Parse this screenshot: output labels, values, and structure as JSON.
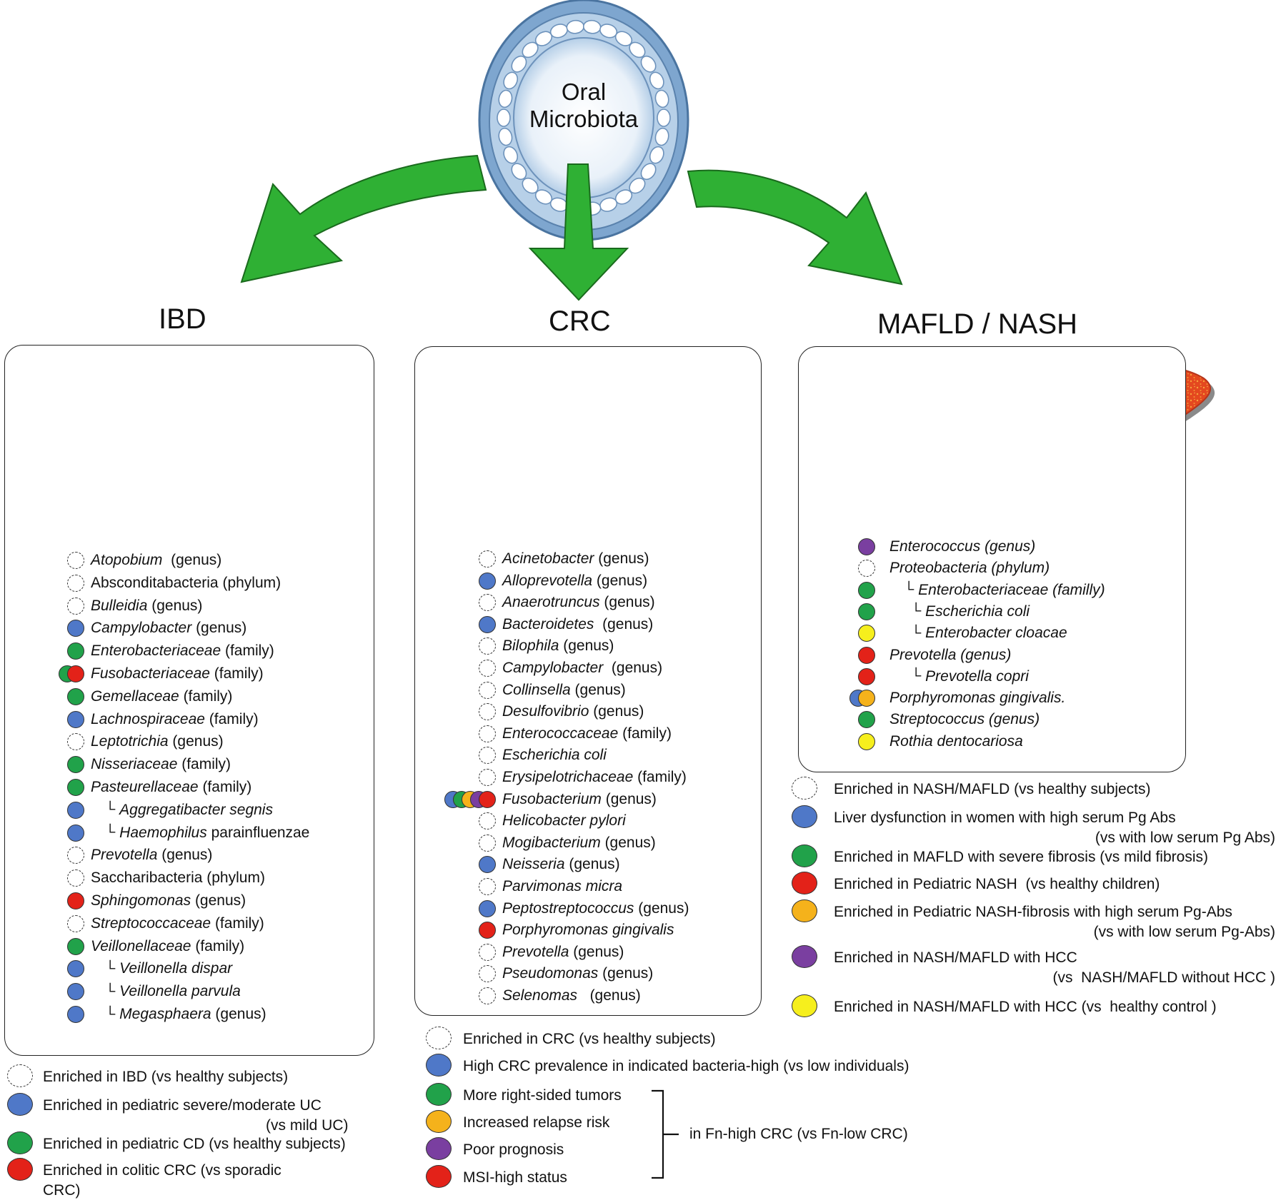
{
  "colors": {
    "blue": "#4f78c8",
    "green": "#21a24a",
    "red": "#e32219",
    "orange": "#f5b21b",
    "purple": "#7a3fa0",
    "yellow": "#f6ef1d",
    "arrow": "#2fb034",
    "intestine": "#f07575",
    "liver": "#e4481f",
    "mouth": "#b3cde6"
  },
  "mouth_label": [
    "Oral",
    "Microbiota"
  ],
  "sections": [
    {
      "title": "IBD",
      "organ": "intestine-inflamed"
    },
    {
      "title": "CRC",
      "organ": "intestine-tumor"
    },
    {
      "title": "MAFLD / NASH",
      "organ": "liver"
    }
  ],
  "ibd_items": [
    {
      "name": "Atopobium",
      "rank": "  (genus)",
      "italic": true,
      "dots": [
        "empty"
      ]
    },
    {
      "name": "Absconditabacteria",
      "rank": " (phylum)",
      "italic": false,
      "dots": [
        "empty"
      ]
    },
    {
      "name": "Bulleidia",
      "rank": " (genus)",
      "italic": true,
      "dots": [
        "empty"
      ]
    },
    {
      "name": "Campylobacter",
      "rank": " (genus)",
      "italic": true,
      "dots": [
        "blue"
      ]
    },
    {
      "name": "Enterobacteriaceae",
      "rank": " (family)",
      "italic": true,
      "dots": [
        "green"
      ]
    },
    {
      "name": "Fusobacteriaceae",
      "rank": " (family)",
      "italic": true,
      "dots": [
        "green",
        "red"
      ]
    },
    {
      "name": "Gemellaceae",
      "rank": " (family)",
      "italic": true,
      "dots": [
        "green"
      ]
    },
    {
      "name": "Lachnospiraceae",
      "rank": " (family)",
      "italic": true,
      "dots": [
        "blue"
      ]
    },
    {
      "name": "Leptotrichia",
      "rank": " (genus)",
      "italic": true,
      "dots": [
        "empty"
      ]
    },
    {
      "name": "Nisseriaceae",
      "rank": " (family)",
      "italic": true,
      "dots": [
        "green"
      ]
    },
    {
      "name": "Pasteurellaceae",
      "rank": " (family)",
      "italic": true,
      "dots": [
        "green"
      ]
    },
    {
      "name": "Aggregatibacter segnis",
      "rank": "",
      "italic": true,
      "sub": 1,
      "dots": [
        "blue"
      ]
    },
    {
      "name": "Haemophilus",
      "rank": " parainfluenzae",
      "italic": true,
      "sub": 1,
      "dots": [
        "blue"
      ]
    },
    {
      "name": "Prevotella",
      "rank": " (genus)",
      "italic": true,
      "dots": [
        "empty"
      ]
    },
    {
      "name": "Saccharibacteria",
      "rank": " (phylum)",
      "italic": false,
      "dots": [
        "empty"
      ]
    },
    {
      "name": "Sphingomonas",
      "rank": " (genus)",
      "italic": true,
      "dots": [
        "red"
      ]
    },
    {
      "name": "Streptococcaceae",
      "rank": " (family)",
      "italic": true,
      "dots": [
        "empty"
      ]
    },
    {
      "name": "Veillonellaceae",
      "rank": " (family)",
      "italic": true,
      "dots": [
        "green"
      ]
    },
    {
      "name": "Veillonella dispar",
      "rank": "",
      "italic": true,
      "sub": 1,
      "dots": [
        "blue"
      ]
    },
    {
      "name": "Veillonella parvula",
      "rank": "",
      "italic": true,
      "sub": 1,
      "dots": [
        "blue"
      ]
    },
    {
      "name": "Megasphaera",
      "rank": " (genus)",
      "italic": true,
      "sub": 1,
      "dots": [
        "blue"
      ]
    }
  ],
  "crc_items": [
    {
      "name": "Acinetobacter",
      "rank": " (genus)",
      "italic": true,
      "dots": [
        "empty"
      ]
    },
    {
      "name": "Alloprevotella",
      "rank": " (genus)",
      "italic": true,
      "dots": [
        "blue"
      ]
    },
    {
      "name": "Anaerotruncus",
      "rank": " (genus)",
      "italic": true,
      "dots": [
        "empty"
      ]
    },
    {
      "name": "Bacteroidetes",
      "rank": "  (genus)",
      "italic": true,
      "dots": [
        "blue"
      ]
    },
    {
      "name": "Bilophila",
      "rank": " (genus)",
      "italic": true,
      "dots": [
        "empty"
      ]
    },
    {
      "name": "Campylobacter",
      "rank": "  (genus)",
      "italic": true,
      "dots": [
        "empty"
      ]
    },
    {
      "name": "Collinsella",
      "rank": " (genus)",
      "italic": true,
      "dots": [
        "empty"
      ]
    },
    {
      "name": "Desulfovibrio",
      "rank": " (genus)",
      "italic": true,
      "dots": [
        "empty"
      ]
    },
    {
      "name": "Enterococcaceae",
      "rank": " (family)",
      "italic": true,
      "dots": [
        "empty"
      ]
    },
    {
      "name": "Escherichia coli",
      "rank": "",
      "italic": true,
      "dots": [
        "empty"
      ]
    },
    {
      "name": "Erysipelotrichaceae",
      "rank": " (family)",
      "italic": true,
      "dots": [
        "empty"
      ]
    },
    {
      "name": "Fusobacterium",
      "rank": " (genus)",
      "italic": true,
      "dots": [
        "blue",
        "green",
        "orange",
        "purple",
        "red"
      ]
    },
    {
      "name": "Helicobacter pylori",
      "rank": "",
      "italic": true,
      "dots": [
        "empty"
      ]
    },
    {
      "name": "Mogibacterium",
      "rank": " (genus)",
      "italic": true,
      "dots": [
        "empty"
      ]
    },
    {
      "name": "Neisseria",
      "rank": " (genus)",
      "italic": true,
      "dots": [
        "blue"
      ]
    },
    {
      "name": "Parvimonas micra",
      "rank": "",
      "italic": true,
      "dots": [
        "empty"
      ]
    },
    {
      "name": "Peptostreptococcus",
      "rank": " (genus)",
      "italic": true,
      "dots": [
        "blue"
      ]
    },
    {
      "name": "Porphyromonas gingivalis",
      "rank": "",
      "italic": true,
      "dots": [
        "red"
      ]
    },
    {
      "name": "Prevotella",
      "rank": " (genus)",
      "italic": true,
      "dots": [
        "empty"
      ]
    },
    {
      "name": "Pseudomonas",
      "rank": " (genus)",
      "italic": true,
      "dots": [
        "empty"
      ]
    },
    {
      "name": "Selenomas",
      "rank": "   (genus)",
      "italic": true,
      "dots": [
        "empty"
      ]
    }
  ],
  "nash_items": [
    {
      "name": "Enterococcus (genus)",
      "rank": "",
      "italic": true,
      "dots": [
        "purple"
      ]
    },
    {
      "name": "Proteobacteria (phylum)",
      "rank": "",
      "italic": true,
      "dots": [
        "empty"
      ]
    },
    {
      "name": "Enterobacteriaceae (familly)",
      "rank": "",
      "italic": true,
      "sub": 1,
      "dots": [
        "green"
      ]
    },
    {
      "name": "Escherichia coli",
      "rank": "",
      "italic": true,
      "sub": 2,
      "dots": [
        "green"
      ]
    },
    {
      "name": "Enterobacter cloacae",
      "rank": "",
      "italic": true,
      "sub": 2,
      "dots": [
        "yellow"
      ]
    },
    {
      "name": "Prevotella  (genus)",
      "rank": "",
      "italic": true,
      "dots": [
        "red"
      ]
    },
    {
      "name": "Prevotella copri",
      "rank": "",
      "italic": true,
      "sub": 2,
      "dots": [
        "red"
      ]
    },
    {
      "name": "Porphyromonas gingivalis.",
      "rank": "",
      "italic": true,
      "dots": [
        "blue",
        "orange"
      ]
    },
    {
      "name": "Streptococcus (genus)",
      "rank": "",
      "italic": true,
      "dots": [
        "green"
      ]
    },
    {
      "name": "Rothia dentocariosa",
      "rank": "",
      "italic": true,
      "dots": [
        "yellow"
      ]
    }
  ],
  "ibd_legend": [
    {
      "dot": "empty",
      "lines": [
        "Enriched in IBD (vs healthy subjects)"
      ]
    },
    {
      "dot": "blue",
      "lines": [
        "Enriched in pediatric severe/moderate UC",
        "(vs mild UC)"
      ]
    },
    {
      "dot": "green",
      "lines": [
        "Enriched in pediatric CD (vs healthy subjects)"
      ]
    },
    {
      "dot": "red",
      "lines": [
        "Enriched in colitic CRC (vs sporadic",
        "CRC)"
      ]
    }
  ],
  "crc_legend": [
    {
      "dot": "empty",
      "text": "Enriched in CRC (vs healthy subjects)"
    },
    {
      "dot": "blue",
      "text": "High CRC prevalence in indicated bacteria-high (vs low individuals)"
    },
    {
      "dot": "green",
      "text": "More right-sided tumors"
    },
    {
      "dot": "orange",
      "text": "Increased relapse risk"
    },
    {
      "dot": "purple",
      "text": "Poor prognosis"
    },
    {
      "dot": "red",
      "text": "MSI-high status"
    }
  ],
  "crc_bracket_label": "in Fn-high CRC (vs Fn-low CRC)",
  "nash_legend": [
    {
      "dot": "empty",
      "lines": [
        "Enriched in NASH/MAFLD (vs healthy subjects)"
      ]
    },
    {
      "dot": "blue",
      "lines": [
        "Liver dysfunction in women with high serum Pg Abs",
        "(vs with low serum Pg Abs)"
      ]
    },
    {
      "dot": "green",
      "lines": [
        "Enriched in MAFLD with severe fibrosis (vs mild fibrosis)"
      ]
    },
    {
      "dot": "red",
      "lines": [
        "Enriched in Pediatric NASH  (vs healthy children)"
      ]
    },
    {
      "dot": "orange",
      "lines": [
        "Enriched in Pediatric NASH-fibrosis with high serum Pg-Abs",
        "(vs with low serum Pg-Abs)"
      ]
    },
    {
      "dot": "purple",
      "lines": [
        "Enriched in NASH/MAFLD with HCC",
        "(vs  NASH/MAFLD without HCC )"
      ]
    },
    {
      "dot": "yellow",
      "lines": [
        "Enriched in NASH/MAFLD with HCC (vs  healthy control )"
      ]
    }
  ]
}
